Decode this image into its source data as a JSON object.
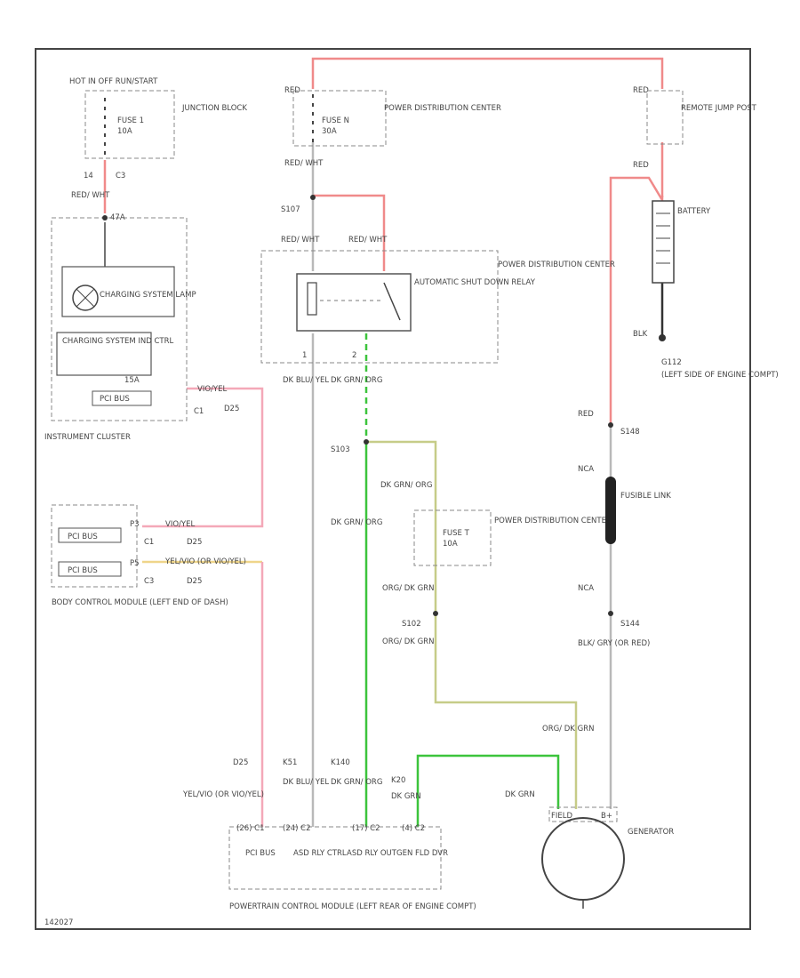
{
  "diagram": {
    "hot_at_all_times": "HOT IN OFF RUN/START",
    "junction_block": {
      "name": "JUNCTION BLOCK",
      "fuse": "FUSE 1",
      "fuse_amp": "10A",
      "pin": "14",
      "connector": "C3"
    },
    "pdc_top": {
      "label": "RED",
      "name": "POWER DISTRIBUTION CENTER",
      "fuse": "FUSE N",
      "fuse_amp": "30A"
    },
    "remote_jump_post": {
      "label": "RED",
      "name": "REMOTE JUMP POST"
    },
    "battery": {
      "wire_label": "RED",
      "name": "BATTERY",
      "ground_label": "BLK",
      "ground_name": "G112",
      "ground_desc": "(LEFT SIDE OF ENGINE COMPT)"
    },
    "wire_red_wht": "RED/ WHT",
    "splice_s107": "S107",
    "asd_relay": {
      "left_wire": "RED/ WHT",
      "right_wire": "RED/ WHT",
      "name": "AUTOMATIC SHUT DOWN RELAY",
      "pdc_name": "POWER DISTRIBUTION CENTER",
      "pin1": "1",
      "pin2": "2"
    },
    "instrument_cluster": {
      "name": "INSTRUMENT CLUSTER",
      "pin_a": "47A",
      "lamp": "CHARGING SYSTEM LAMP",
      "ctrl": "CHARGING SYSTEM IND CTRL",
      "pin_b": "15A",
      "pci_bus": "PCI BUS",
      "connector": "C1",
      "wire": "VIO/YEL",
      "wire_id": "D25"
    },
    "vertical_wires": {
      "dk_blu_yel": "DK BLU/ YEL",
      "dk_grn_org": "DK GRN/ ORG"
    },
    "splice_s103": "S103",
    "pdc_mid": {
      "wire_top": "DK GRN/ ORG",
      "name": "POWER DISTRIBUTION CENTER",
      "fuse": "FUSE T",
      "fuse_amp": "10A",
      "wire_mid": "DK GRN/ ORG",
      "wire_bottom": "ORG/ DK GRN"
    },
    "splice_s102": "S102",
    "wire_org_dk_grn": "ORG/ DK GRN",
    "bcm": {
      "name": "BODY CONTROL MODULE (LEFT END OF DASH)",
      "pci_bus": "PCI BUS",
      "connector_c1": "C1",
      "connector_c3": "C3",
      "wire1": "VIO/YEL",
      "wire2": "YEL/VIO (OR VIO/YEL)",
      "wire_id1": "D25",
      "wire_id2": "D25",
      "pin1": "P3",
      "pin2": "P5"
    },
    "right_chain": {
      "red": "RED",
      "s148": "S148",
      "nca1": "NCA",
      "fusible_link": "FUSIBLE LINK",
      "nca2": "NCA",
      "s144": "S144",
      "blk_gry": "BLK/ GRY (OR RED)"
    },
    "lower_wires": {
      "org_dk_grn": "ORG/ DK GRN",
      "dk_grn": "DK GRN",
      "d25": "D25",
      "k51": "K51",
      "k140": "K140",
      "k20": "K20",
      "yel_vio": "YEL/VIO (OR VIO/YEL)",
      "dk_blu_yel": "DK BLU/ YEL",
      "dk_grn_org": "DK GRN/ ORG",
      "dk_grn2": "DK GRN"
    },
    "pcm": {
      "name": "POWERTRAIN CONTROL MODULE (LEFT REAR OF ENGINE COMPT)",
      "pin1": "(26) C1",
      "pin2": "(24) C2",
      "pin3": "(17) C2",
      "pin4": "(4) C2",
      "col1": "PCI BUS",
      "col2": "ASD RLY CTRL",
      "col3": "ASD RLY OUT",
      "col4": "GEN FLD DVR"
    },
    "generator": {
      "name": "GENERATOR",
      "pin_a": "FIELD",
      "pin_b": "B+"
    },
    "footer_code": "142027"
  }
}
